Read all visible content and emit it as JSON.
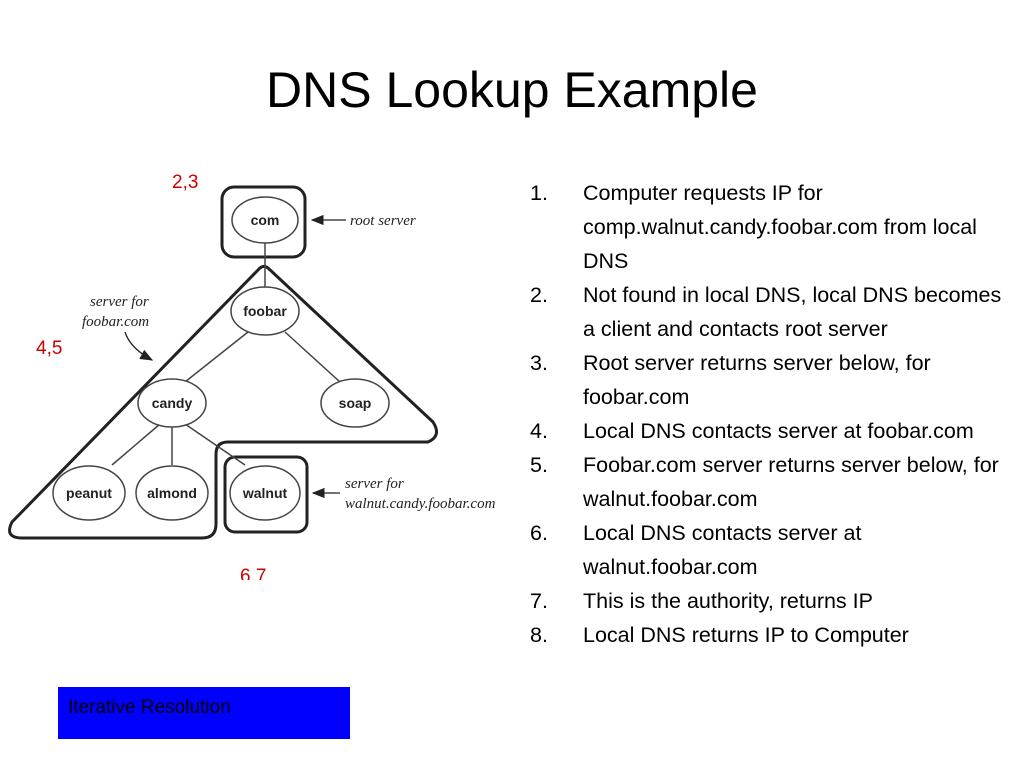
{
  "slide": {
    "title": "DNS Lookup Example"
  },
  "diagram": {
    "markers": {
      "root": "2,3",
      "foobar": "4,5",
      "walnut": "6,7"
    },
    "nodes": {
      "com": "com",
      "foobar": "foobar",
      "candy": "candy",
      "soap": "soap",
      "peanut": "peanut",
      "almond": "almond",
      "walnut": "walnut"
    },
    "annotations": {
      "root_server": "root server",
      "foobar_server_line1": "server for",
      "foobar_server_line2": "foobar.com",
      "walnut_server_line1": "server for",
      "walnut_server_line2": "walnut.candy.foobar.com"
    },
    "colors": {
      "marker": "#cc0000",
      "ink": "#222222"
    }
  },
  "steps": [
    {
      "num": "1.",
      "text": "Computer requests IP for comp.walnut.candy.foobar.com from local DNS"
    },
    {
      "num": "2.",
      "text": "Not found in local DNS, local DNS becomes a client and contacts root server"
    },
    {
      "num": "3.",
      "text": "Root server returns server below, for foobar.com"
    },
    {
      "num": "4.",
      "text": "Local DNS contacts server at foobar.com"
    },
    {
      "num": "5.",
      "text": "Foobar.com server returns server below, for walnut.foobar.com"
    },
    {
      "num": "6.",
      "text": "Local DNS contacts server at walnut.foobar.com"
    },
    {
      "num": "7.",
      "text": "This is the authority, returns IP"
    },
    {
      "num": "8.",
      "text": "Local DNS returns IP to Computer"
    }
  ],
  "badge": {
    "label": "Iterative Resolution",
    "background": "#0000ff"
  }
}
